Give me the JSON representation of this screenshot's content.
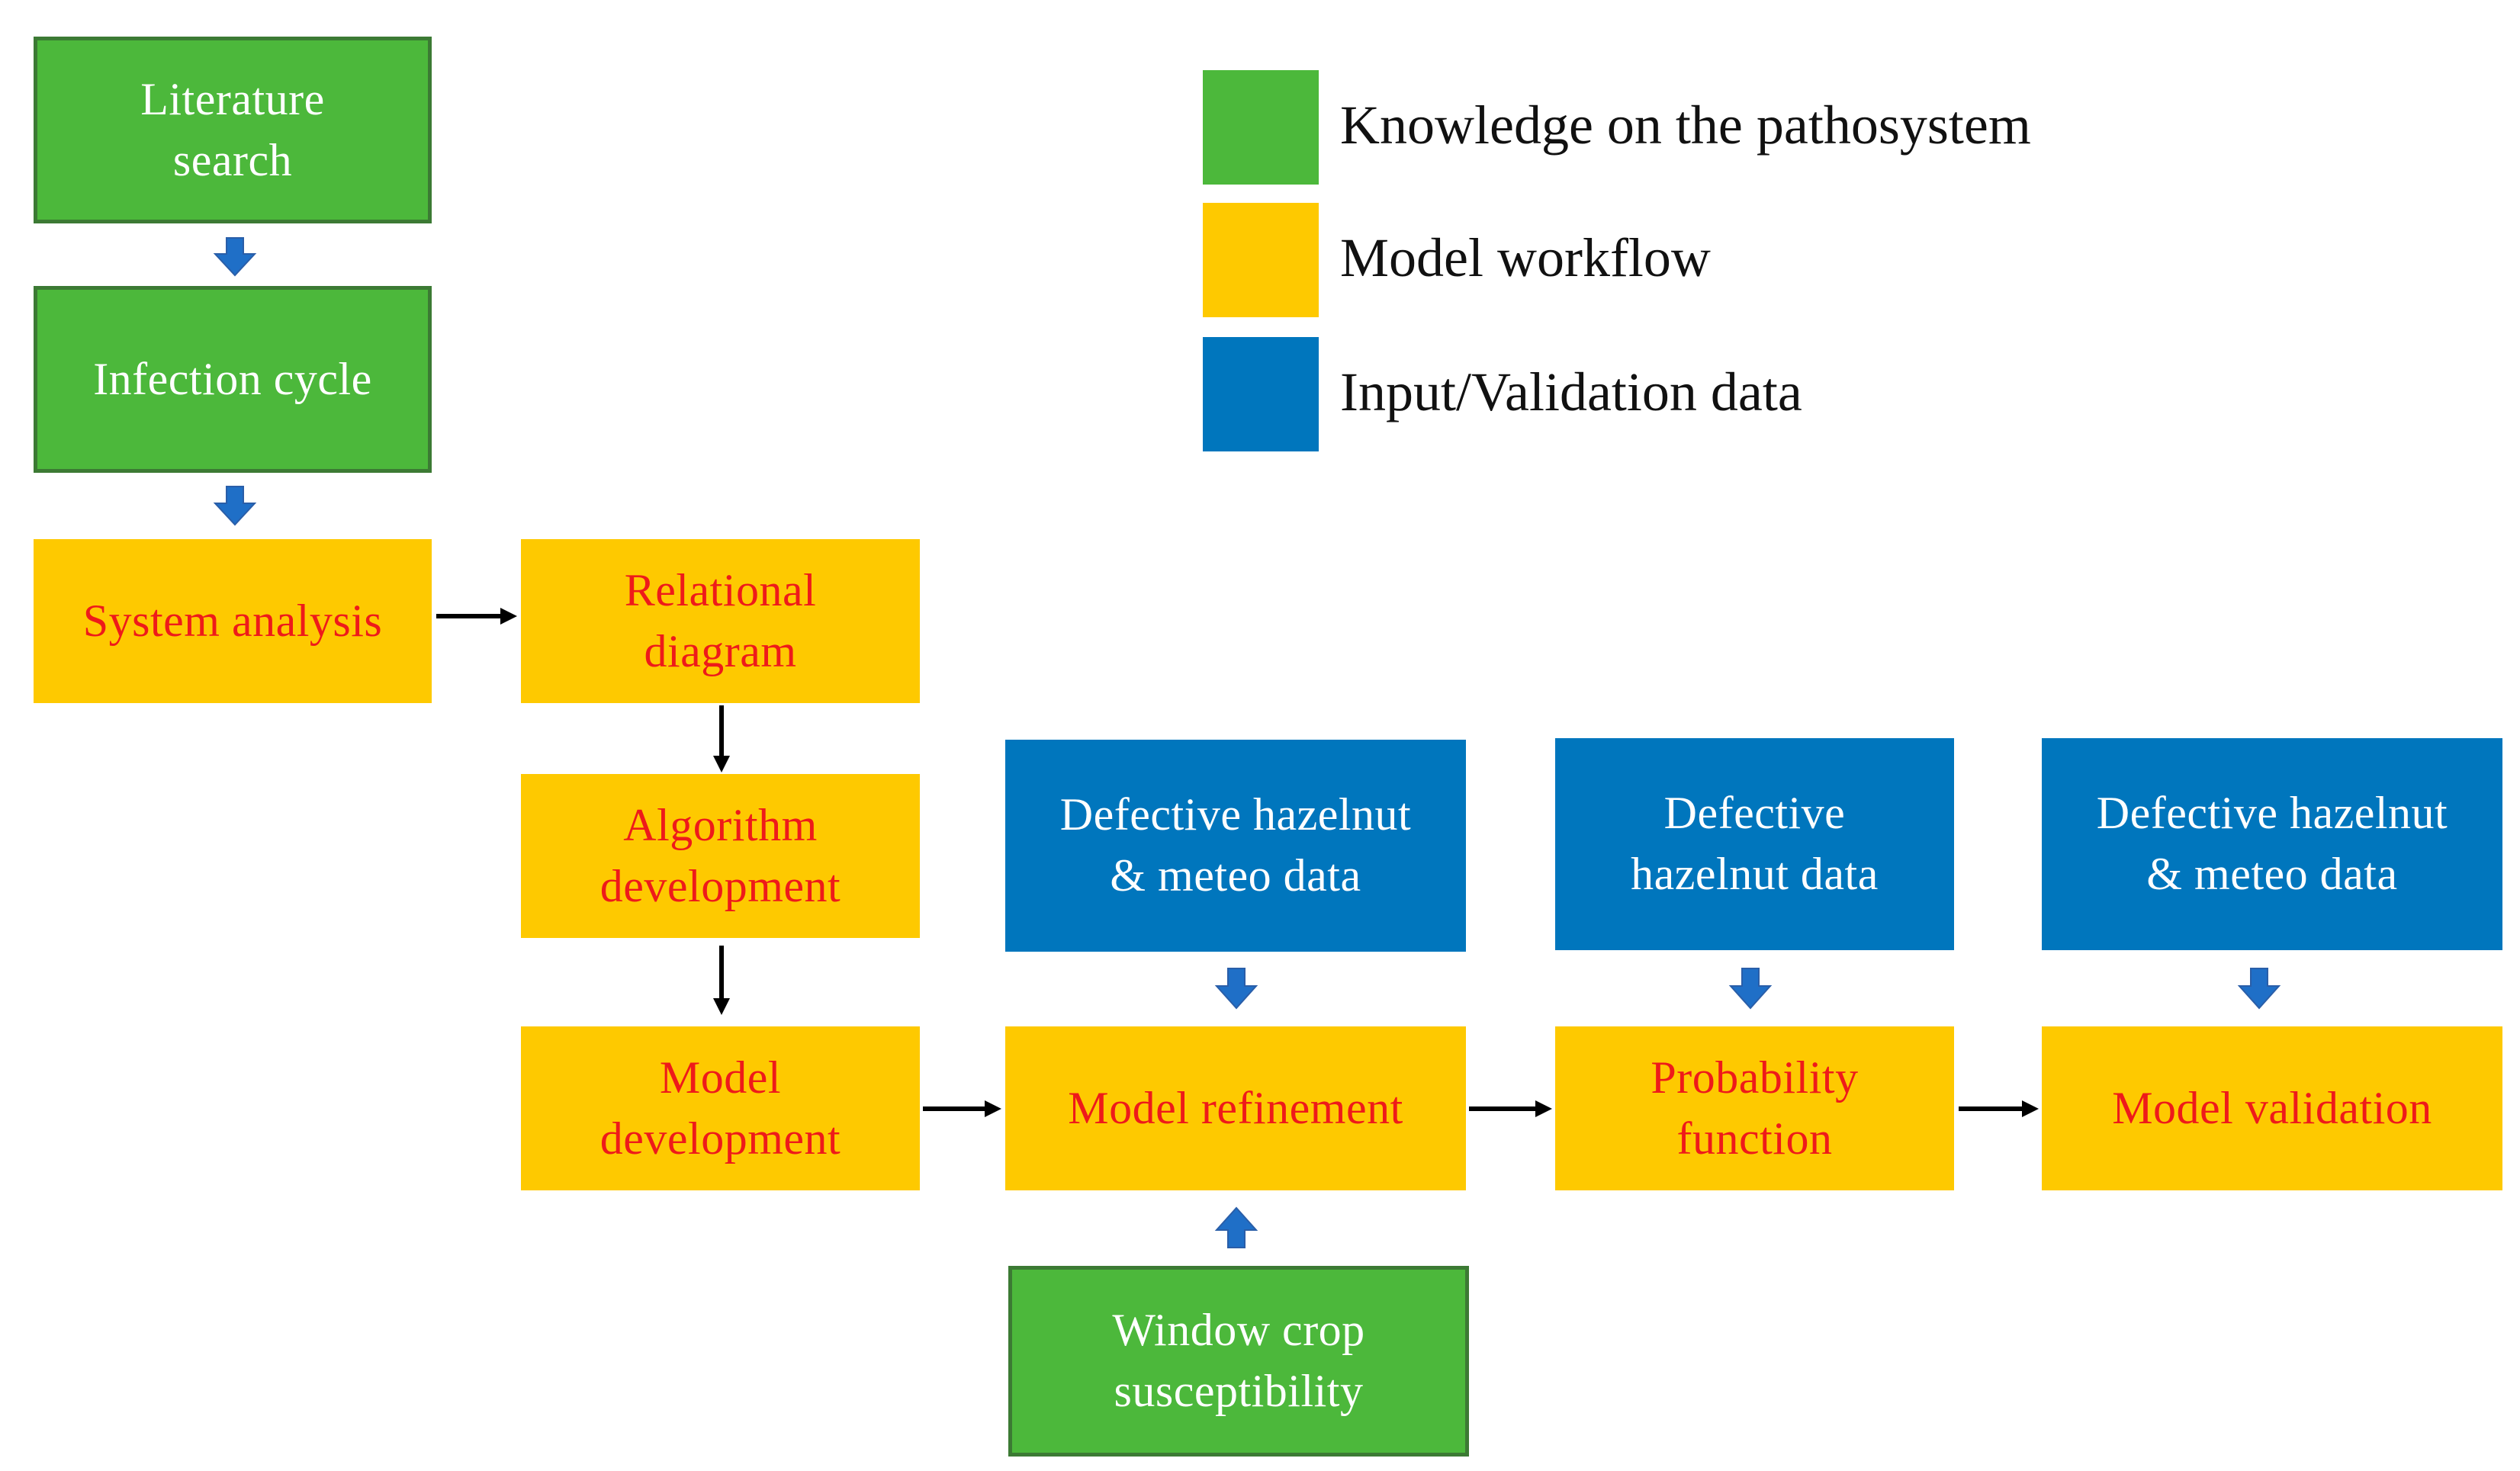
{
  "colors": {
    "knowledge": "#4cb83b",
    "workflow": "#fec900",
    "data": "#0076bd",
    "workflow_text": "#ee1a1a",
    "arrow_blue": "#1f6fc7",
    "arrow_black": "#000000"
  },
  "legend": [
    {
      "label": "Knowledge on the pathosystem",
      "color": "#4cb83b"
    },
    {
      "label": "Model workflow",
      "color": "#fec900"
    },
    {
      "label": "Input/Validation data",
      "color": "#0076bd"
    }
  ],
  "nodes": {
    "literature_search": "Literature\nsearch",
    "infection_cycle": "Infection cycle",
    "system_analysis": "System analysis",
    "relational_diagram": "Relational\ndiagram",
    "algorithm_development": "Algorithm\ndevelopment",
    "model_development": "Model\ndevelopment",
    "model_refinement": "Model refinement",
    "probability_function": "Probability\nfunction",
    "model_validation": "Model validation",
    "data_refinement": "Defective hazelnut\n& meteo data",
    "data_probability": "Defective\nhazelnut data",
    "data_validation": "Defective hazelnut\n& meteo data",
    "window_crop": "Window crop\nsusceptibility"
  }
}
